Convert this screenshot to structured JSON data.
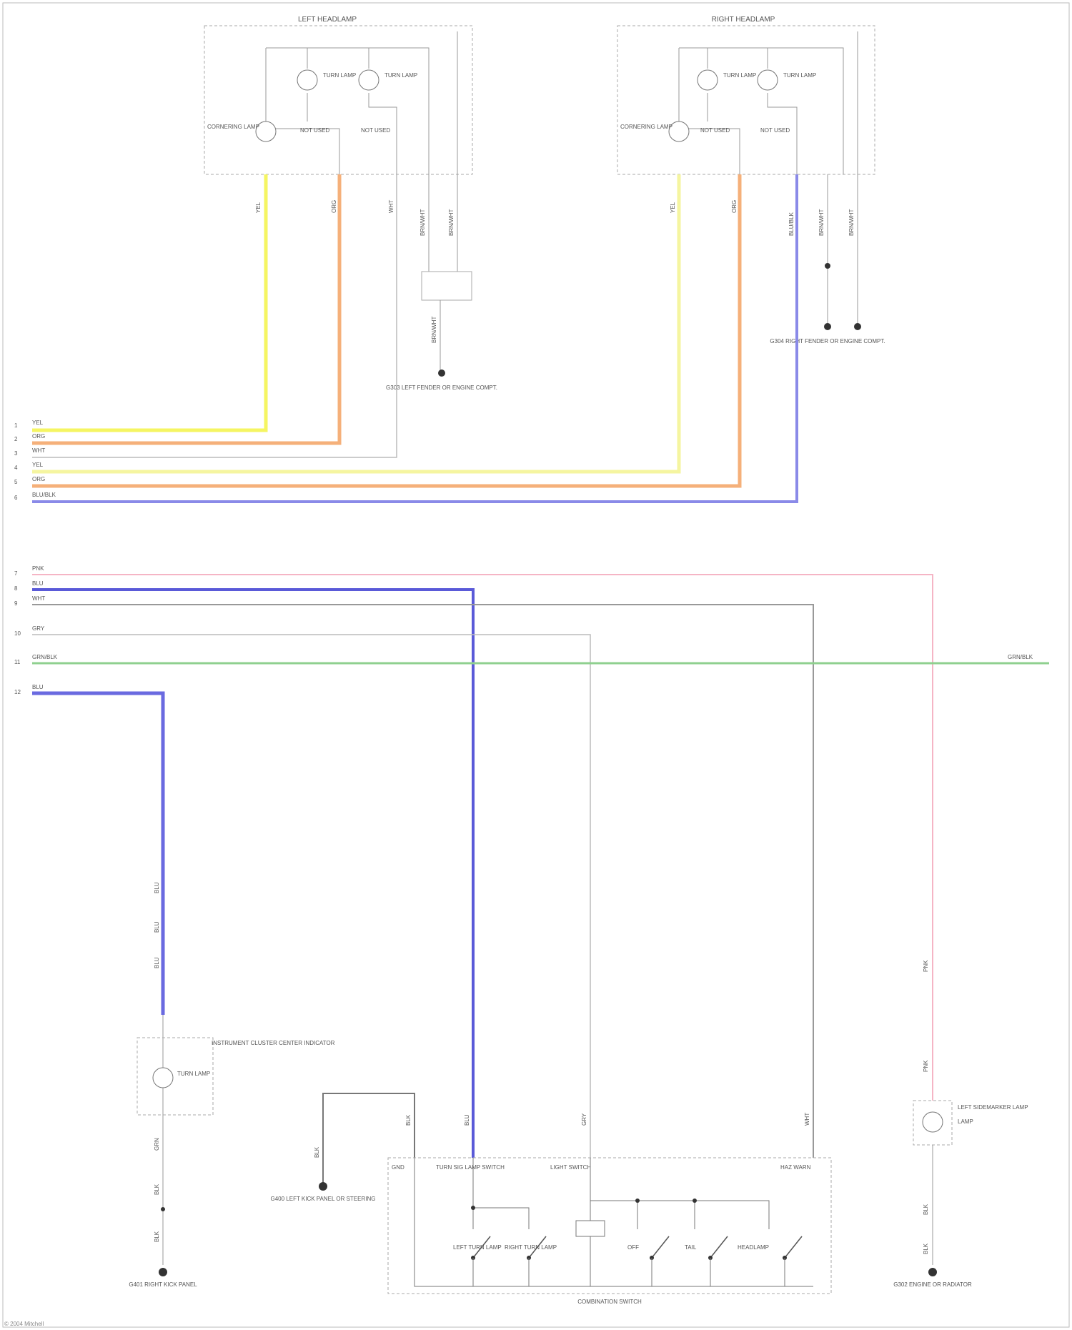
{
  "left_headlamp": {
    "title": "LEFT HEADLAMP",
    "turn_lamp": "TURN LAMP",
    "turn_lamp_2": "TURN LAMP",
    "cornering_lamp": "CORNERING LAMP",
    "not_used_1": "NOT USED",
    "not_used_2": "NOT USED",
    "wires": [
      "YEL",
      "ORG",
      "WHT",
      "BRN/WHT",
      "BRN/WHT"
    ],
    "ground_label": "BRN/WHT",
    "ground_name": "G303 LEFT FENDER OR ENGINE COMPT."
  },
  "right_headlamp": {
    "title": "RIGHT HEADLAMP",
    "turn_lamp": "TURN LAMP",
    "turn_lamp_2": "TURN LAMP",
    "cornering_lamp": "CORNERING LAMP",
    "not_used_1": "NOT USED",
    "not_used_2": "NOT USED",
    "wires": [
      "YEL",
      "ORG",
      "BLU/BLK",
      "BRN/WHT",
      "BRN/WHT"
    ],
    "ground_name": "G304 RIGHT FENDER OR ENGINE COMPT."
  },
  "harness_left_labels": [
    {
      "num": "1",
      "wire": "YEL"
    },
    {
      "num": "2",
      "wire": "ORG"
    },
    {
      "num": "3",
      "wire": "WHT"
    },
    {
      "num": "4",
      "wire": "YEL"
    },
    {
      "num": "5",
      "wire": "ORG"
    },
    {
      "num": "6",
      "wire": "BLU/BLK"
    }
  ],
  "lower_left_labels": [
    {
      "num": "7",
      "wire": "PNK"
    },
    {
      "num": "8",
      "wire": "BLU"
    },
    {
      "num": "9",
      "wire": "WHT"
    },
    {
      "num": "10",
      "wire": "GRY"
    },
    {
      "num": "11",
      "wire": "GRN/BLK"
    },
    {
      "num": "12",
      "wire": "BLU"
    }
  ],
  "ground_bus_right_label": "GRN/BLK",
  "indicator": {
    "name": "INSTRUMENT CLUSTER CENTER INDICATOR",
    "lamp": "TURN LAMP",
    "wires": [
      "BLU",
      "BLU",
      "BLU",
      "GRN",
      "BLK",
      "BLK"
    ],
    "ground": "G401 RIGHT KICK PANEL"
  },
  "switch": {
    "name": "COMBINATION SWITCH",
    "gnd": "GND",
    "turn_sig": "TURN SIG LAMP SWITCH",
    "light_switch": "LIGHT SWITCH",
    "hazard": "HAZ WARN",
    "left_turn": "LEFT TURN LAMP",
    "right_turn": "RIGHT TURN LAMP",
    "off": "OFF",
    "tail": "TAIL",
    "headlamp": "HEADLAMP",
    "wires": [
      "BLK",
      "BLU",
      "GRY",
      "WHT"
    ],
    "ground": "G400 LEFT KICK PANEL OR STEERING"
  },
  "right_side": {
    "lamp_name": "LEFT SIDEMARKER LAMP",
    "lamp": "LAMP",
    "wires": [
      "PNK",
      "PNK",
      "BLK",
      "BLK"
    ],
    "ground": "G302 ENGINE OR RADIATOR"
  },
  "footer": "© 2004 Mitchell"
}
